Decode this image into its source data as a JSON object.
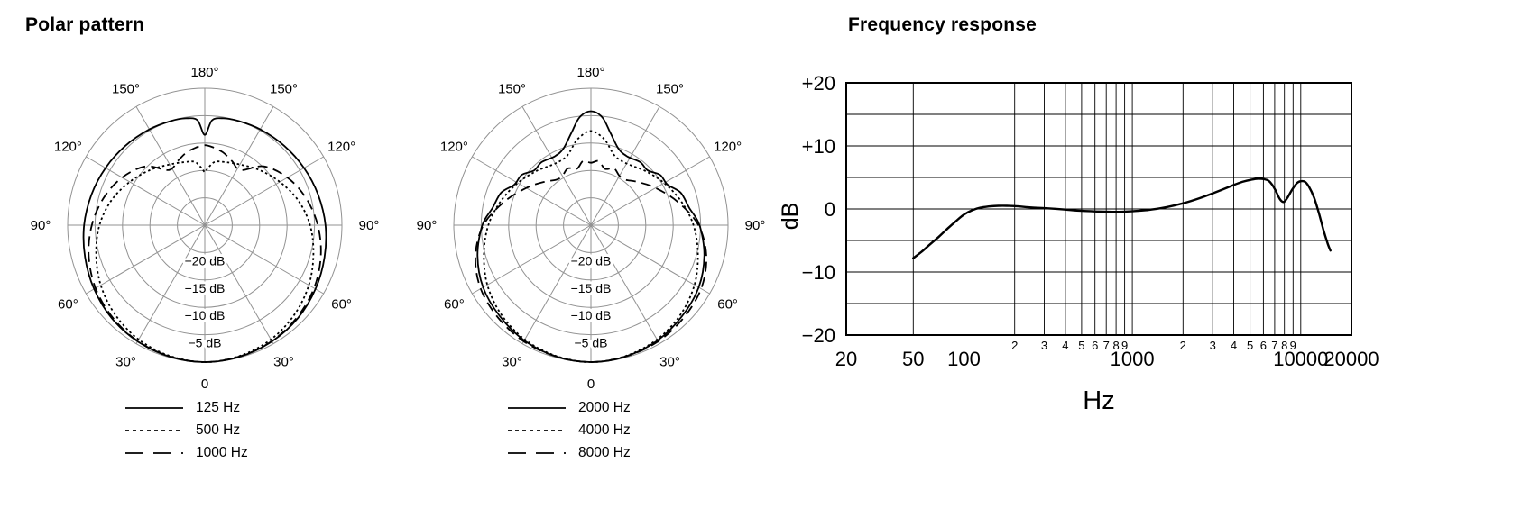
{
  "page": {
    "background": "#ffffff",
    "text_color": "#000000",
    "grid_color": "#929292",
    "curve_color": "#000000"
  },
  "chart_data": [
    {
      "type": "polar",
      "title": "Polar pattern",
      "angle_labels": {
        "0": "0",
        "30": "30°",
        "60": "60°",
        "90": "90°",
        "120": "120°",
        "150": "150°",
        "180": "180°"
      },
      "ring_labels": [
        "−20 dB",
        "−15 dB",
        "−10 dB",
        "−5 dB"
      ],
      "ring_fractions": [
        0.2,
        0.4,
        0.6,
        0.8
      ],
      "rmin_db": -25,
      "rmax_db": 0,
      "series": [
        {
          "name": "125 Hz",
          "dash": "solid",
          "points_deg_db": [
            [
              0,
              0
            ],
            [
              15,
              -0.15
            ],
            [
              30,
              -0.5
            ],
            [
              45,
              -1.0
            ],
            [
              60,
              -1.7
            ],
            [
              75,
              -2.4
            ],
            [
              90,
              -3.0
            ],
            [
              105,
              -3.6
            ],
            [
              120,
              -4.1
            ],
            [
              135,
              -4.5
            ],
            [
              150,
              -4.8
            ],
            [
              162,
              -5.0
            ],
            [
              170,
              -5.2
            ],
            [
              176,
              -5.8
            ],
            [
              180,
              -8.5
            ]
          ]
        },
        {
          "name": "500 Hz",
          "dash": "dotted",
          "points_deg_db": [
            [
              0,
              0
            ],
            [
              15,
              -0.3
            ],
            [
              30,
              -0.9
            ],
            [
              45,
              -1.9
            ],
            [
              60,
              -3.1
            ],
            [
              75,
              -4.5
            ],
            [
              90,
              -5.8
            ],
            [
              105,
              -7.4
            ],
            [
              120,
              -9.2
            ],
            [
              135,
              -10.8
            ],
            [
              150,
              -12.2
            ],
            [
              162,
              -12.9
            ],
            [
              171,
              -13.3
            ],
            [
              177,
              -14.6
            ],
            [
              180,
              -15.3
            ]
          ]
        },
        {
          "name": "1000 Hz",
          "dash": "long-dash",
          "points_deg_db": [
            [
              0,
              0
            ],
            [
              15,
              -0.2
            ],
            [
              30,
              -0.55
            ],
            [
              45,
              -1.2
            ],
            [
              60,
              -2.0
            ],
            [
              75,
              -3.1
            ],
            [
              90,
              -4.4
            ],
            [
              105,
              -5.9
            ],
            [
              120,
              -7.6
            ],
            [
              135,
              -9.8
            ],
            [
              147,
              -13.0
            ],
            [
              157,
              -12.3
            ],
            [
              166,
              -11.3
            ],
            [
              174,
              -10.7
            ],
            [
              180,
              -10.4
            ]
          ]
        }
      ]
    },
    {
      "type": "polar",
      "title": "Polar pattern",
      "angle_labels": {
        "0": "0",
        "30": "30°",
        "60": "60°",
        "90": "90°",
        "120": "120°",
        "150": "150°",
        "180": "180°"
      },
      "ring_labels": [
        "−20 dB",
        "−15 dB",
        "−10 dB",
        "−5 dB"
      ],
      "ring_fractions": [
        0.2,
        0.4,
        0.6,
        0.8
      ],
      "rmin_db": -25,
      "rmax_db": 0,
      "series": [
        {
          "name": "2000 Hz",
          "dash": "solid",
          "points_deg_db": [
            [
              0,
              0
            ],
            [
              15,
              -0.2
            ],
            [
              30,
              -0.7
            ],
            [
              45,
              -1.5
            ],
            [
              60,
              -2.3
            ],
            [
              75,
              -3.6
            ],
            [
              90,
              -5.2
            ],
            [
              100,
              -6.8
            ],
            [
              110,
              -7.6
            ],
            [
              118,
              -9.2
            ],
            [
              126,
              -9.4
            ],
            [
              134,
              -10.6
            ],
            [
              142,
              -10.4
            ],
            [
              152,
              -10.8
            ],
            [
              160,
              -10.2
            ],
            [
              168,
              -7.8
            ],
            [
              174,
              -5.2
            ],
            [
              180,
              -4.2
            ]
          ]
        },
        {
          "name": "4000 Hz",
          "dash": "dotted",
          "points_deg_db": [
            [
              0,
              0
            ],
            [
              15,
              -0.3
            ],
            [
              30,
              -0.9
            ],
            [
              45,
              -1.9
            ],
            [
              60,
              -3.2
            ],
            [
              75,
              -4.8
            ],
            [
              90,
              -6.3
            ],
            [
              105,
              -8.0
            ],
            [
              120,
              -9.6
            ],
            [
              135,
              -11.0
            ],
            [
              150,
              -12.0
            ],
            [
              161,
              -11.6
            ],
            [
              170,
              -9.4
            ],
            [
              176,
              -8.2
            ],
            [
              180,
              -7.8
            ]
          ]
        },
        {
          "name": "8000 Hz",
          "dash": "long-dash",
          "points_deg_db": [
            [
              0,
              0
            ],
            [
              15,
              -0.2
            ],
            [
              30,
              -0.5
            ],
            [
              45,
              -1.1
            ],
            [
              60,
              -1.8
            ],
            [
              75,
              -3.2
            ],
            [
              90,
              -5.4
            ],
            [
              105,
              -8.6
            ],
            [
              120,
              -11.4
            ],
            [
              133,
              -13.4
            ],
            [
              143,
              -14.6
            ],
            [
              150,
              -14.6
            ],
            [
              158,
              -13.8
            ],
            [
              166,
              -14.4
            ],
            [
              173,
              -13.2
            ],
            [
              180,
              -13.6
            ]
          ]
        }
      ]
    },
    {
      "type": "line",
      "title": "Frequency response",
      "xlabel": "Hz",
      "ylabel": "dB",
      "x_scale": "log",
      "xlim": [
        20,
        20000
      ],
      "ylim": [
        -20,
        20
      ],
      "y_grid_db_step": 5,
      "y_ticks": [
        {
          "label": "+20",
          "value": 20
        },
        {
          "label": "+10",
          "value": 10
        },
        {
          "label": "0",
          "value": 0
        },
        {
          "label": "−10",
          "value": -10
        },
        {
          "label": "−20",
          "value": -20
        }
      ],
      "x_major_ticks": [
        {
          "label": "20",
          "value": 20
        },
        {
          "label": "50",
          "value": 50
        },
        {
          "label": "100",
          "value": 100
        },
        {
          "label": "1000",
          "value": 1000
        },
        {
          "label": "10000",
          "value": 10000
        },
        {
          "label": "20000",
          "value": 20000
        }
      ],
      "x_minor_tick_labels": [
        "2",
        "3",
        "4",
        "5",
        "6",
        "7",
        "8",
        "9"
      ],
      "x_minor_label_decades": [
        100,
        1000
      ],
      "x_gridlines": [
        50,
        100,
        200,
        300,
        400,
        500,
        600,
        700,
        800,
        900,
        1000,
        2000,
        3000,
        4000,
        5000,
        6000,
        7000,
        8000,
        9000,
        10000
      ],
      "points_hz_db": [
        [
          50,
          -7.8
        ],
        [
          56,
          -6.8
        ],
        [
          63,
          -5.6
        ],
        [
          71,
          -4.4
        ],
        [
          80,
          -3.1
        ],
        [
          90,
          -1.9
        ],
        [
          100,
          -0.9
        ],
        [
          112,
          -0.2
        ],
        [
          125,
          0.2
        ],
        [
          140,
          0.4
        ],
        [
          160,
          0.5
        ],
        [
          180,
          0.5
        ],
        [
          200,
          0.45
        ],
        [
          250,
          0.25
        ],
        [
          315,
          0.1
        ],
        [
          400,
          -0.1
        ],
        [
          500,
          -0.3
        ],
        [
          630,
          -0.4
        ],
        [
          800,
          -0.45
        ],
        [
          1000,
          -0.35
        ],
        [
          1250,
          -0.15
        ],
        [
          1600,
          0.3
        ],
        [
          2000,
          0.9
        ],
        [
          2500,
          1.7
        ],
        [
          3150,
          2.7
        ],
        [
          4000,
          3.8
        ],
        [
          4500,
          4.3
        ],
        [
          5000,
          4.6
        ],
        [
          5600,
          4.8
        ],
        [
          6300,
          4.6
        ],
        [
          6700,
          4.0
        ],
        [
          7100,
          2.9
        ],
        [
          7500,
          1.6
        ],
        [
          7900,
          1.1
        ],
        [
          8300,
          1.7
        ],
        [
          8900,
          3.1
        ],
        [
          9500,
          4.1
        ],
        [
          10000,
          4.4
        ],
        [
          10600,
          4.3
        ],
        [
          11200,
          3.5
        ],
        [
          12000,
          1.8
        ],
        [
          12800,
          -0.6
        ],
        [
          13600,
          -3.2
        ],
        [
          14500,
          -5.6
        ],
        [
          15000,
          -6.6
        ]
      ]
    }
  ]
}
